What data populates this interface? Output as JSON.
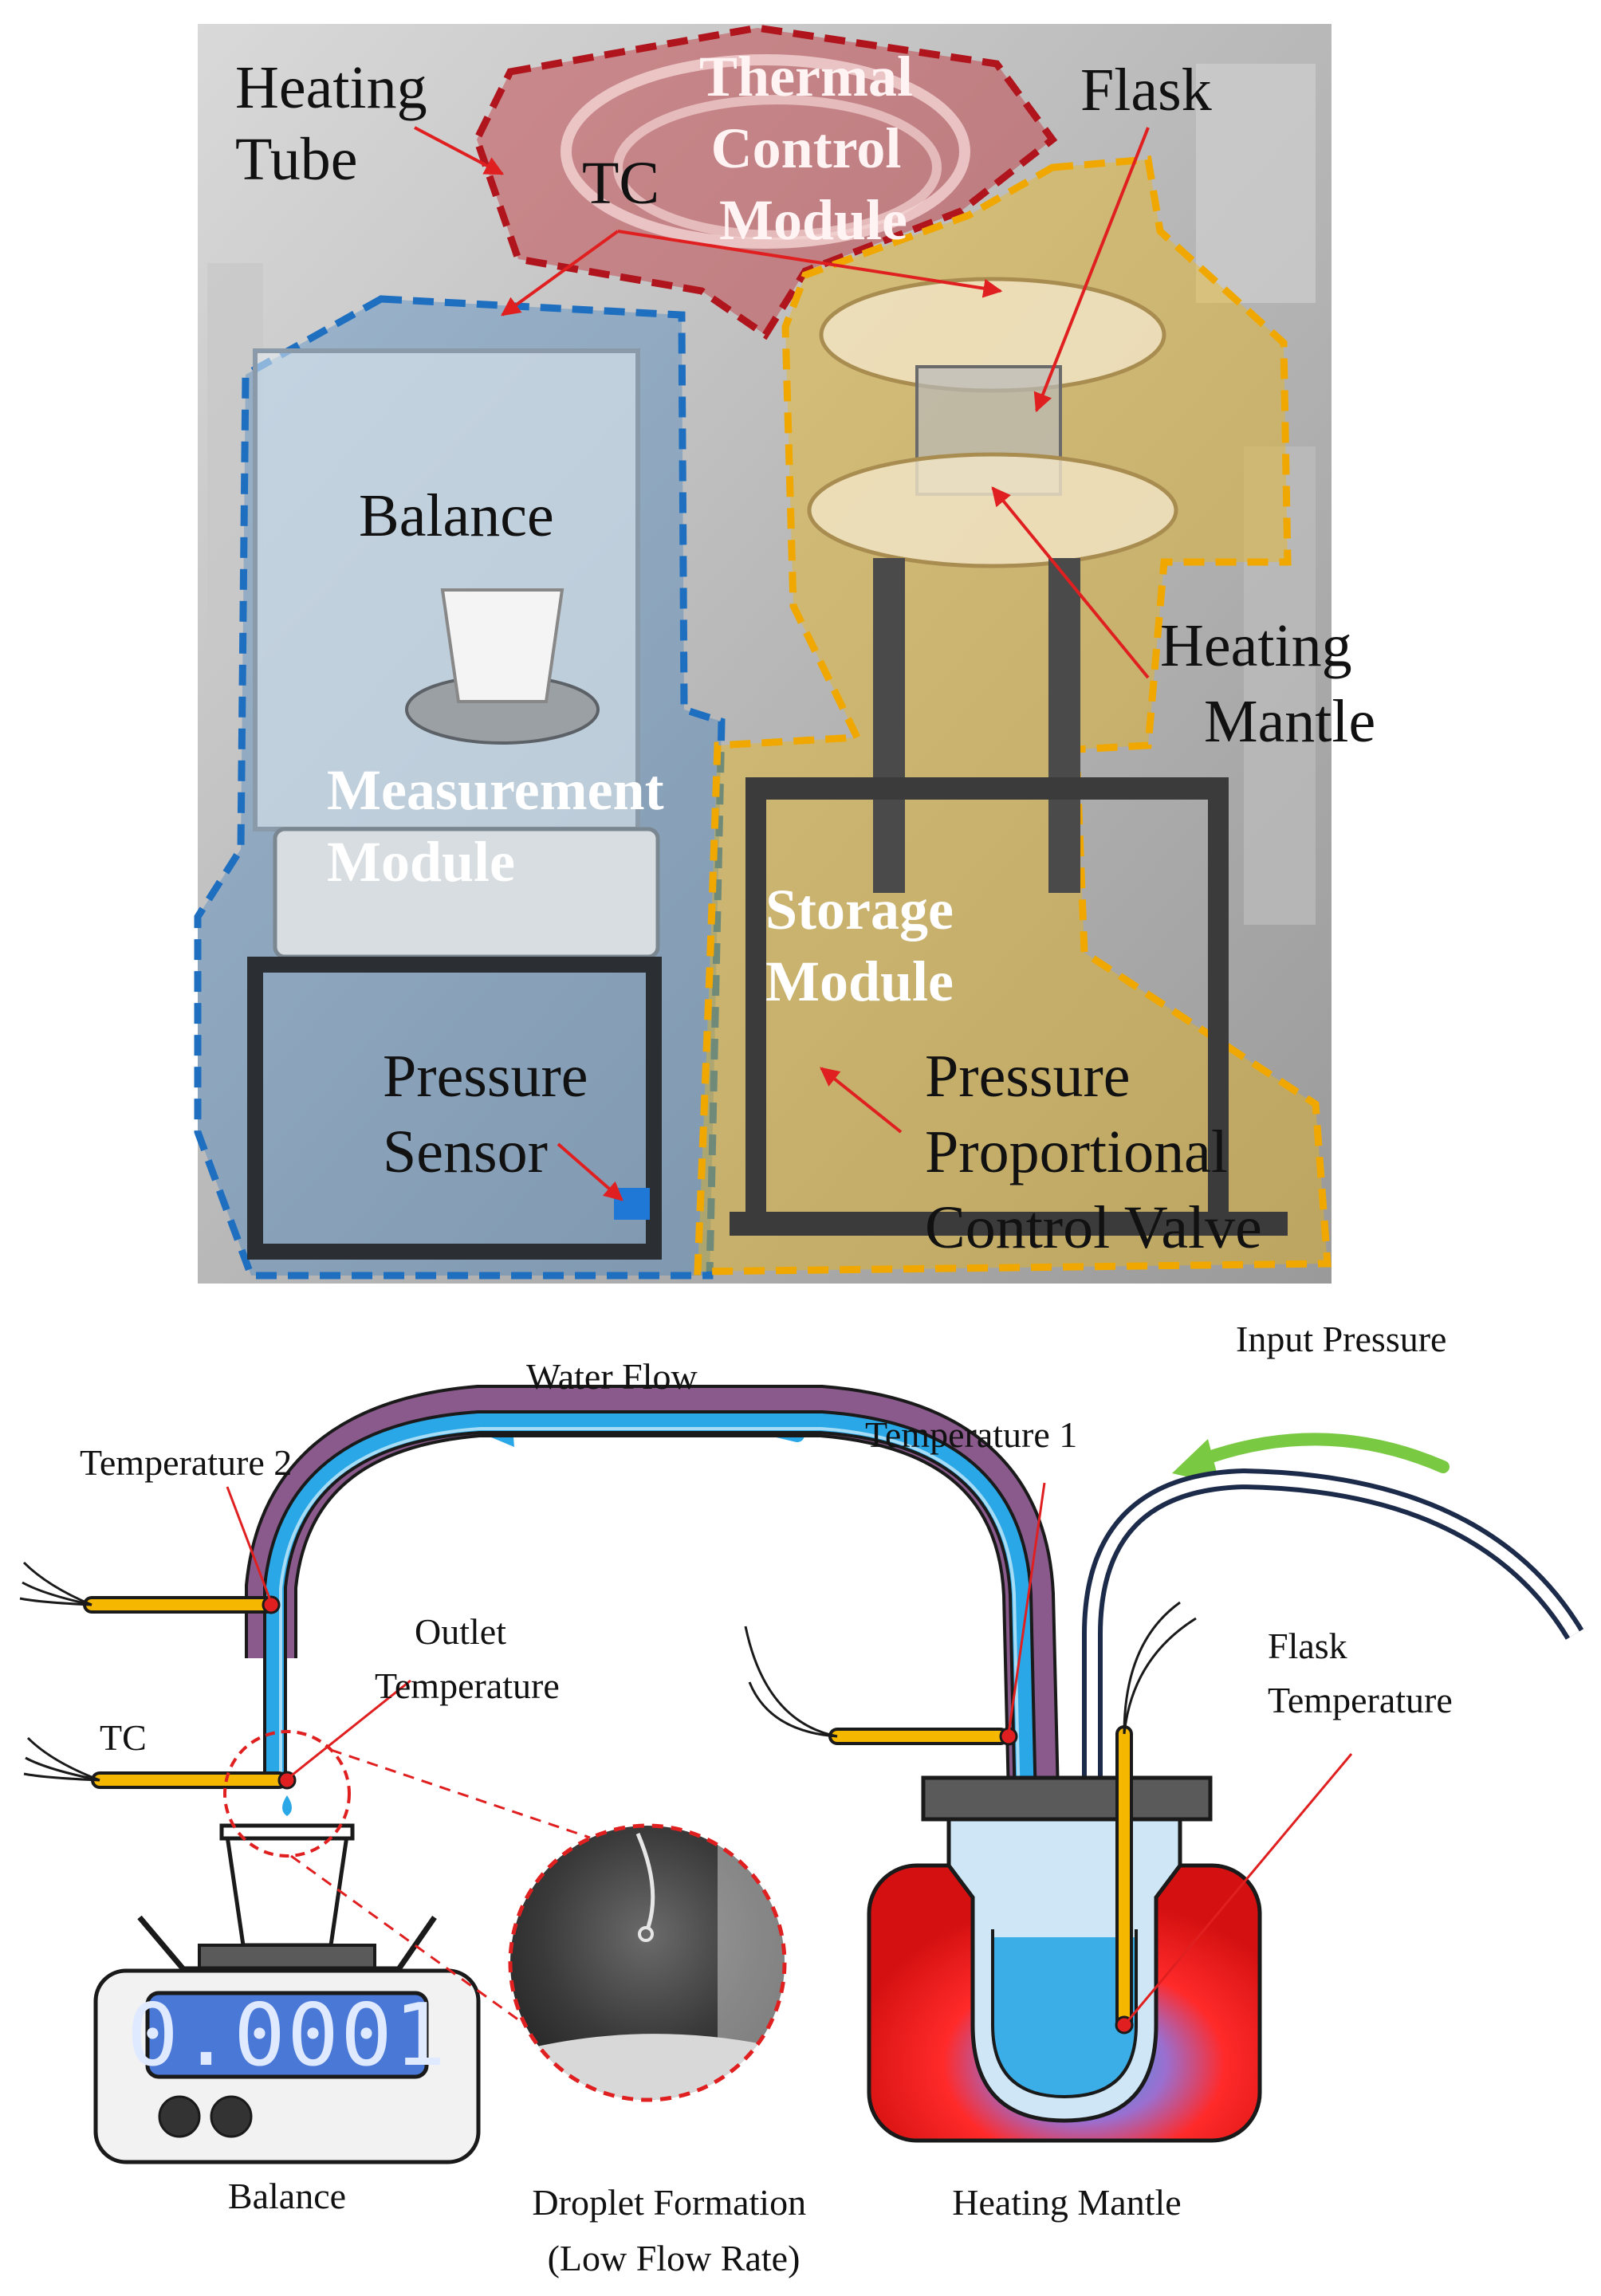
{
  "photo": {
    "labels": {
      "heating_tube": [
        "Heating",
        "Tube"
      ],
      "thermal_control_module": [
        "Thermal",
        "Control",
        "Module"
      ],
      "flask": "Flask",
      "tc": "TC",
      "balance": "Balance",
      "heating_mantle": [
        "Heating",
        "Mantle"
      ],
      "measurement_module": [
        "Measurement",
        "Module"
      ],
      "storage_module": [
        "Storage",
        "Module"
      ],
      "pressure_sensor": [
        "Pressure",
        "Sensor"
      ],
      "pressure_valve": [
        "Pressure",
        "Proportional",
        "Control Valve"
      ]
    },
    "region_colors": {
      "thermal": "#c2272d",
      "measurement": "#1f6fc1",
      "storage": "#f2b705"
    }
  },
  "diagram": {
    "labels": {
      "water_flow": "Water Flow",
      "input_pressure": "Input Pressure",
      "temperature_1": "Temperature 1",
      "temperature_2": "Temperature 2",
      "outlet_temperature": [
        "Outlet",
        "Temperature"
      ],
      "tc": "TC",
      "flask_temperature": [
        "Flask",
        "Temperature"
      ],
      "balance": "Balance",
      "droplet_formation": [
        "Droplet Formation",
        "(Low Flow Rate)"
      ],
      "heating_mantle": "Heating Mantle"
    },
    "balance_display": "0.0001",
    "colors": {
      "water": "#2aa7e6",
      "tube_outer": "#8b5a8c",
      "probe": "#f5b700",
      "heater": "#e11d1d",
      "flow_arrow": "#2aa7e6",
      "pressure_arrow": "#7ac943"
    }
  }
}
